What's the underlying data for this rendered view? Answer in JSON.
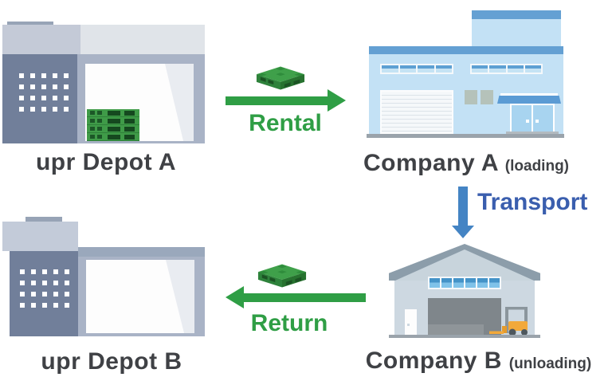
{
  "nodes": {
    "depot_a": {
      "label": "upr Depot A"
    },
    "company_a": {
      "label": "Company A",
      "sublabel": "(loading)"
    },
    "company_b": {
      "label": "Company B",
      "sublabel": "(unloading)"
    },
    "depot_b": {
      "label": "upr Depot B"
    }
  },
  "flows": {
    "rental": {
      "label": "Rental",
      "direction": "right",
      "color": "#2f9e45"
    },
    "transport": {
      "label": "Transport",
      "direction": "down",
      "color": "#4484c4"
    },
    "return": {
      "label": "Return",
      "direction": "left",
      "color": "#2f9e45"
    }
  },
  "colors": {
    "green": "#2f9e45",
    "blue_arrow": "#4484c4",
    "blue_text": "#3a5eae",
    "text_dark": "#3f4145",
    "depot_tower": "#717f9a",
    "depot_roof_front": "#c4cad7",
    "depot_roof_side": "#e0e4e9",
    "depot_frame": "#a9b3c6",
    "depot_b_band": "#9aa8bc",
    "company_a_wall": "#c3e1f5",
    "company_a_band": "#64a0d3",
    "company_b_wall": "#cdd8e1",
    "company_b_roof": "#8c9daa",
    "pallet_green": "#3fa04a",
    "forklift_yellow": "#f2a93b"
  },
  "icons": {
    "pallet": "isometric-green-plastic-pallet",
    "forklift": "yellow-forklift",
    "rental_arrow": "→",
    "transport_arrow": "↓",
    "return_arrow": "←"
  }
}
